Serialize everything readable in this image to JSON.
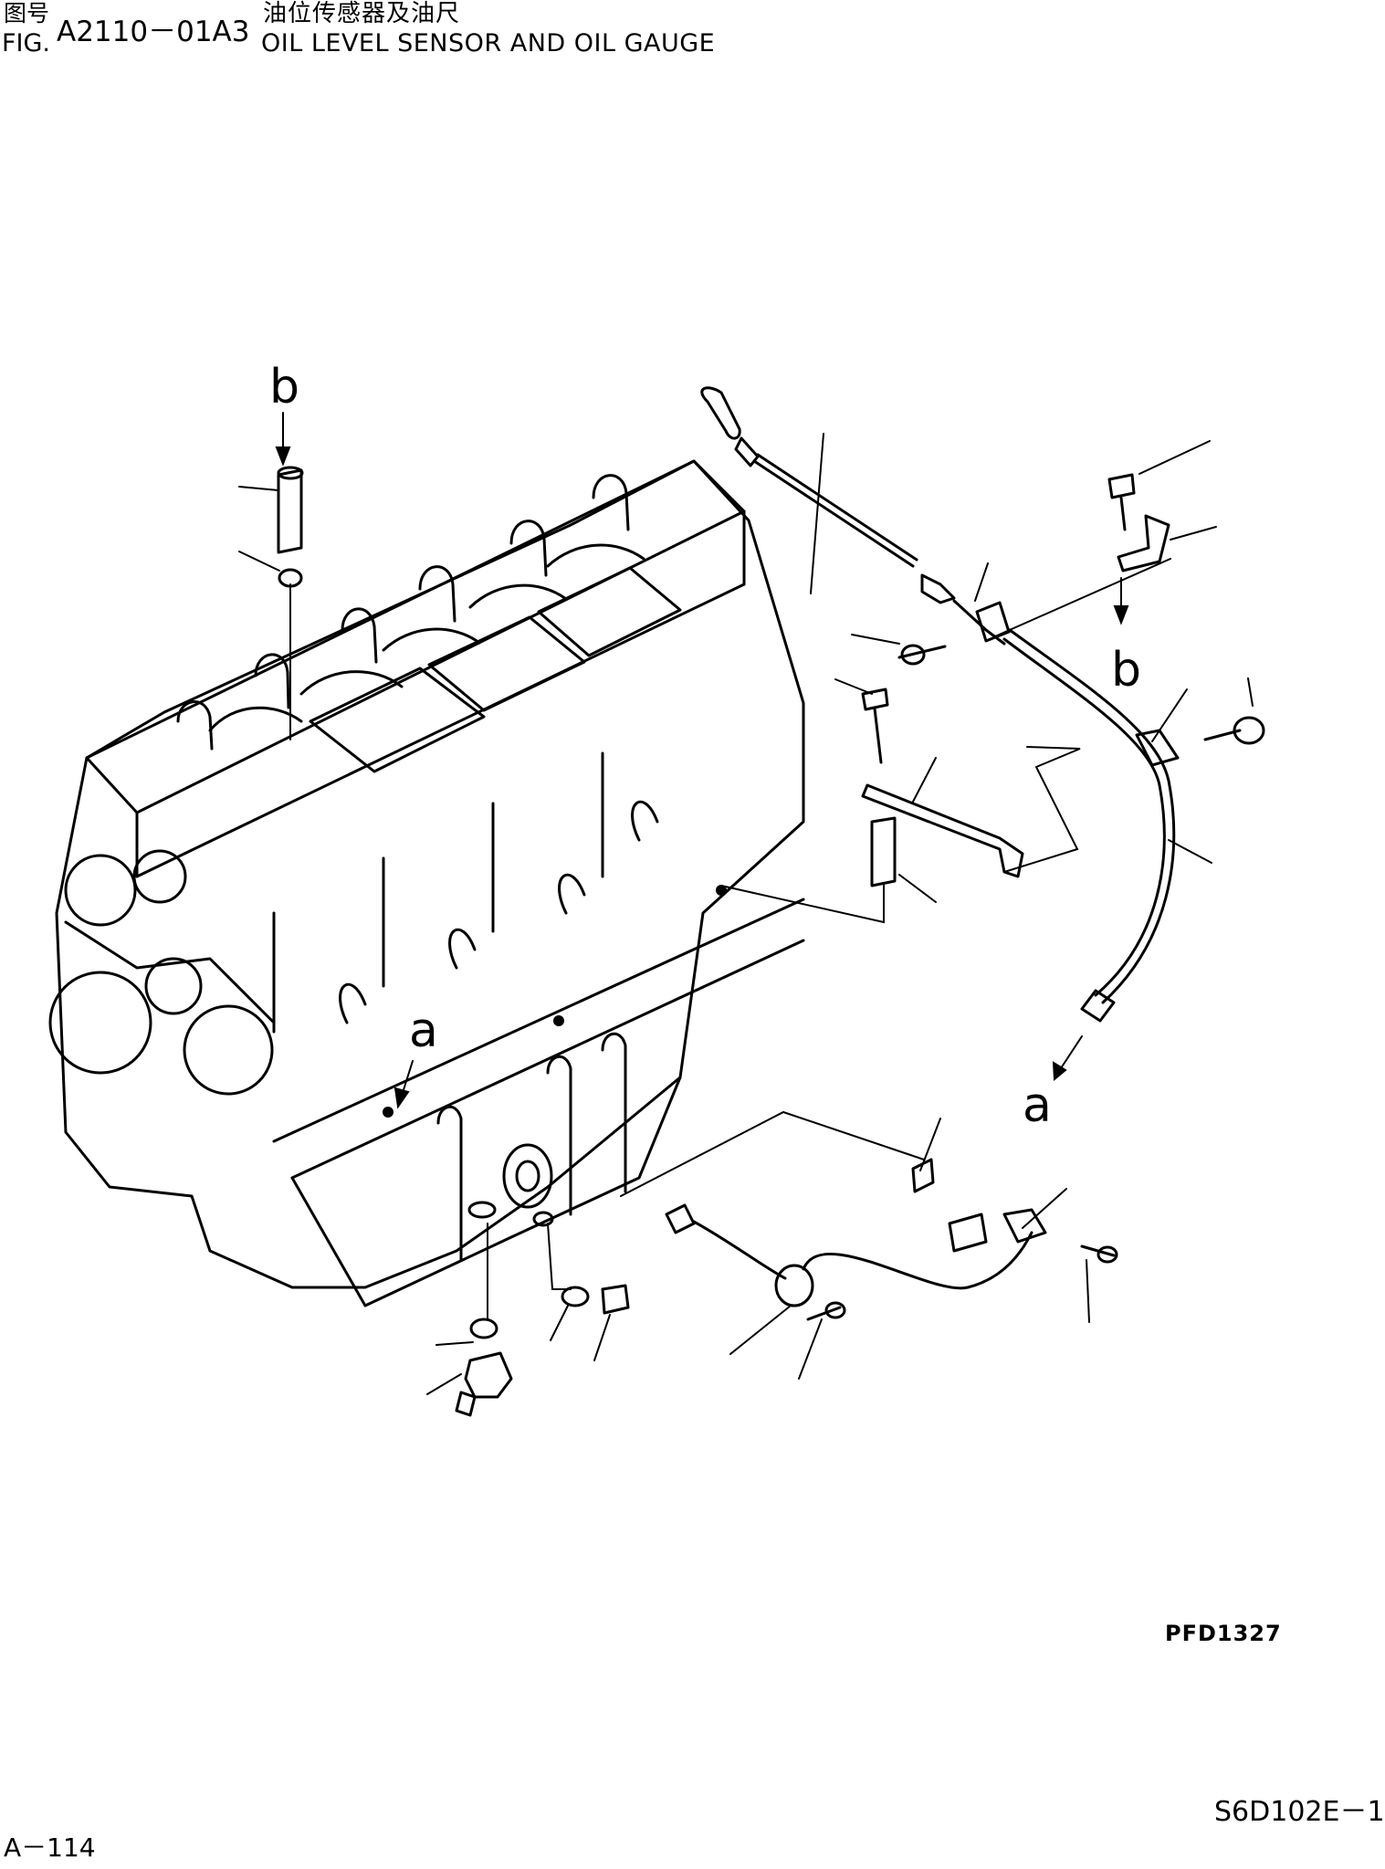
{
  "header": {
    "label_cn": "图号",
    "label_en": "FIG.",
    "figure_number": "A2110－01A3",
    "title_cn": "油位传感器及油尺",
    "title_en": "OIL LEVEL SENSOR AND OIL GAUGE"
  },
  "callouts": {
    "b_top": "b",
    "b_right": "b",
    "a_engine": "a",
    "a_right": "a"
  },
  "footer": {
    "picture_code": "PFD1327",
    "page_number": "A－114",
    "model_code": "S6D102E－1"
  }
}
